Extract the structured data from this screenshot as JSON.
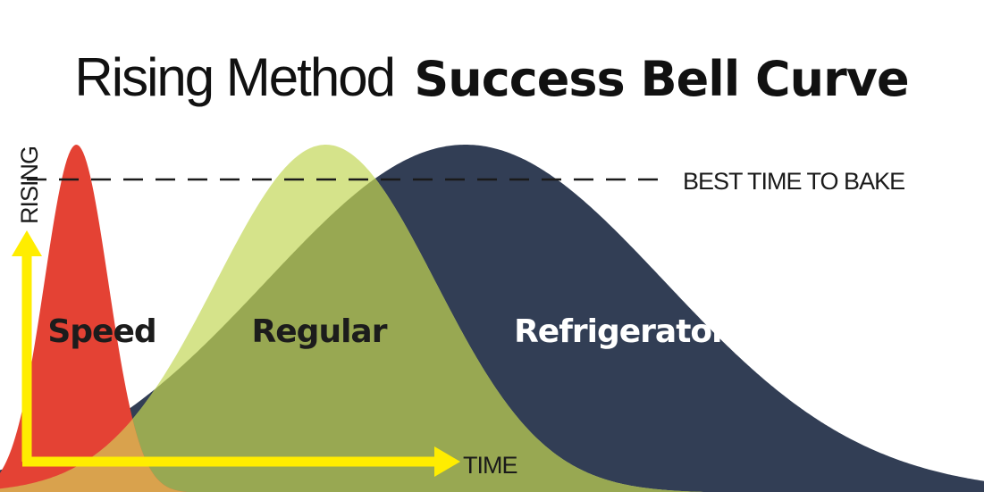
{
  "title": {
    "light": "Rising Method",
    "bold": "Success Bell Curve"
  },
  "chart_data": {
    "type": "area",
    "xlabel": "TIME",
    "ylabel": "RISING",
    "xlim": [
      0,
      100
    ],
    "ylim": [
      0,
      100
    ],
    "grid": false,
    "reference_line": {
      "y": 90,
      "label": "BEST TIME TO BAKE",
      "style": "dashed"
    },
    "series": [
      {
        "name": "Refrigerator",
        "peak_x": 48,
        "peak_y": 100,
        "spread": 20,
        "color": "#323e55",
        "text_color": "#ffffff"
      },
      {
        "name": "Regular",
        "peak_x": 34,
        "peak_y": 100,
        "spread": 11,
        "color": "#d5e38a",
        "overlap_color": "#98a852",
        "text_color": "#1c1c1c"
      },
      {
        "name": "Speed",
        "peak_x": 9,
        "peak_y": 100,
        "spread": 3.2,
        "color": "#e44234",
        "overlap_color": "#d9a24d",
        "text_color": "#1c1c1c"
      }
    ]
  },
  "colors": {
    "axis_arrows": "#ffed00",
    "reference_line": "#1a1a1a",
    "title": "#111111"
  }
}
